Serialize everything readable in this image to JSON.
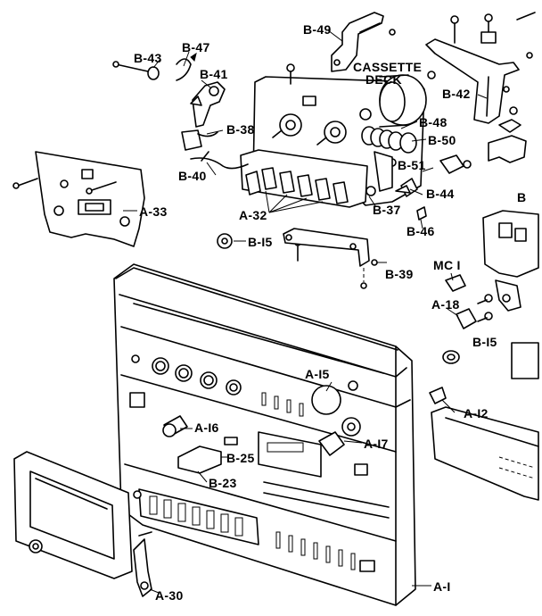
{
  "labels": {
    "b49": "B-49",
    "b43": "B-43",
    "b47": "B-47",
    "b41": "B-41",
    "cassette": "CASSETTE",
    "deck": "DECK",
    "b42": "B-42",
    "b48": "B-48",
    "b38": "B-38",
    "b50": "B-50",
    "b40": "B-40",
    "b51": "B-51",
    "b44": "B-44",
    "a33": "A-33",
    "a32": "A-32",
    "b37": "B-37",
    "b46": "B-46",
    "b15a": "B-I5",
    "b39": "B-39",
    "mc1": "MC I",
    "a18": "A-18",
    "b15b": "B-I5",
    "a15": "A-I5",
    "a12": "A-I2",
    "a16": "A-I6",
    "a17": "A-I7",
    "b25": "B-25",
    "b23": "B-23",
    "a30": "A-30",
    "a1": "A-I",
    "edge_b": "B"
  }
}
